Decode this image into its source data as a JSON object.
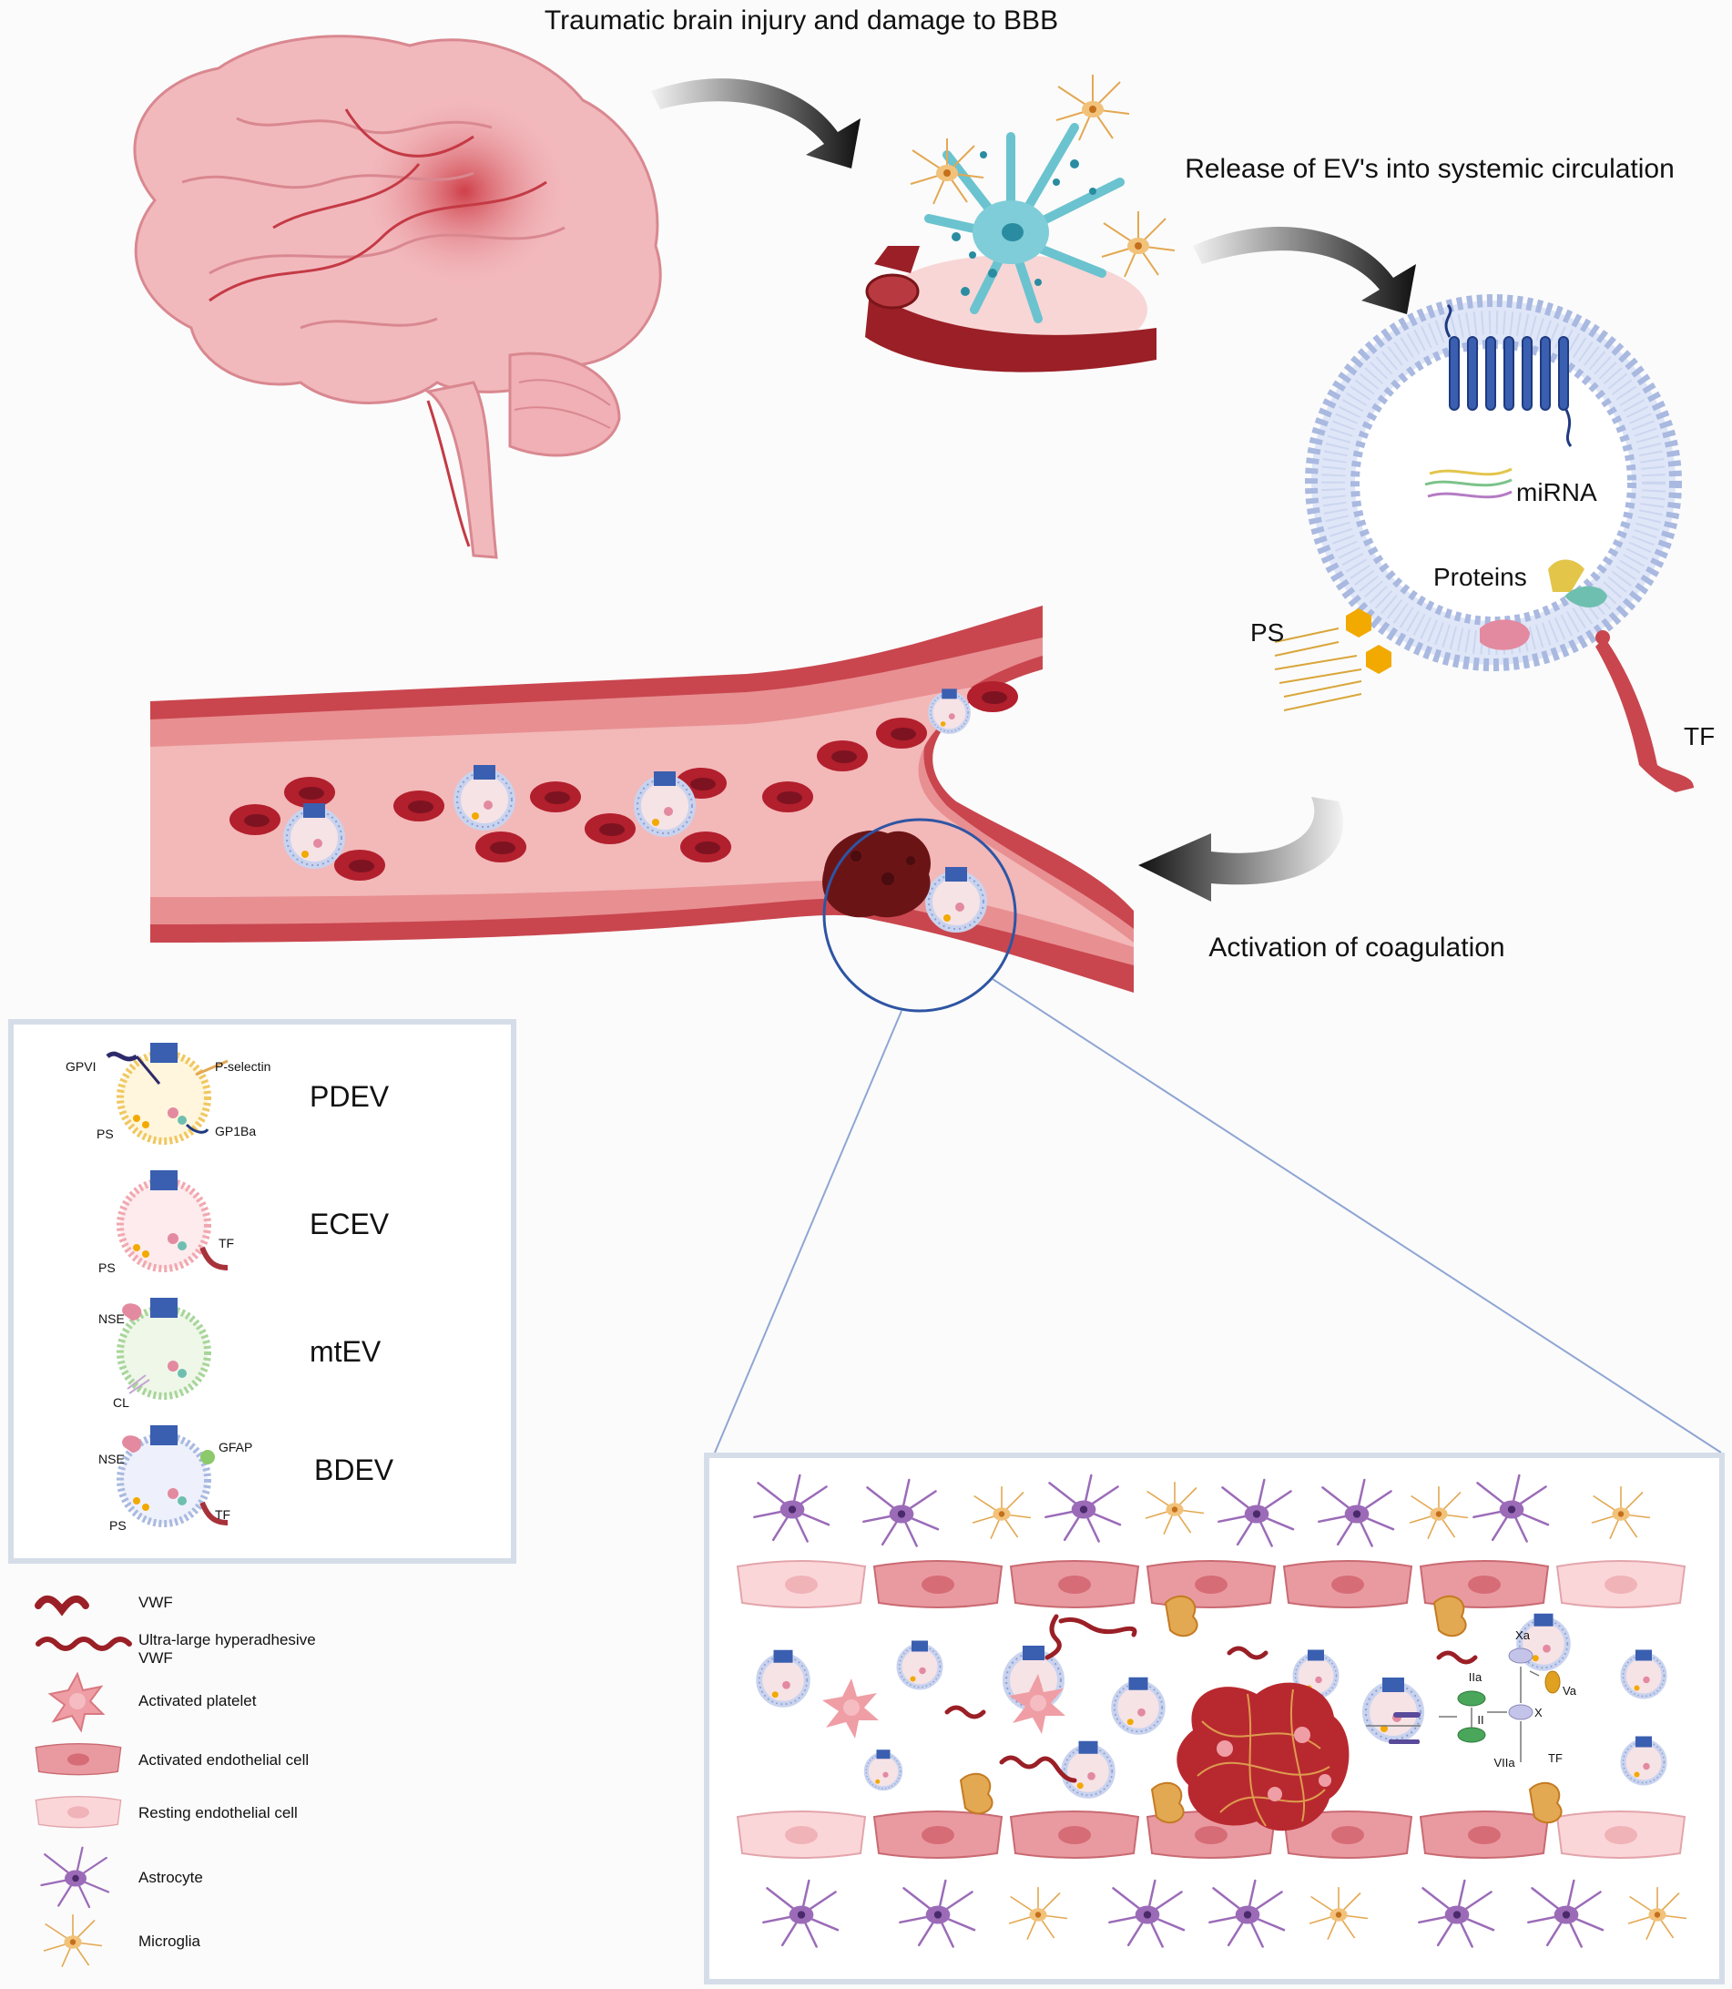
{
  "steps": {
    "step1": "Traumatic brain injury and damage to BBB",
    "step2": "Release of EV's into systemic circulation",
    "step3": "Activation of coagulation"
  },
  "ev_labels": {
    "mirna": "miRNA",
    "proteins": "Proteins",
    "ps": "PS",
    "tf": "TF"
  },
  "ev_types": {
    "pdev": {
      "name": "PDEV",
      "gpvi": "GPVI",
      "pselectin": "P-selectin",
      "ps": "PS",
      "gp1ba": "GP1Ba"
    },
    "ecev": {
      "name": "ECEV",
      "tf": "TF",
      "ps": "PS"
    },
    "mtev": {
      "name": "mtEV",
      "nse": "NSE",
      "cl": "CL"
    },
    "bdev": {
      "name": "BDEV",
      "nse": "NSE",
      "gfap": "GFAP",
      "ps": "PS",
      "tf": "TF"
    }
  },
  "legend": {
    "vwf": "VWF",
    "ul_vwf_1": "Ultra-large hyperadhesive",
    "ul_vwf_2": "VWF",
    "platelet": "Activated platelet",
    "act_endo": "Activated endothelial cell",
    "rest_endo": "Resting endothelial cell",
    "astrocyte": "Astrocyte",
    "microglia": "Microglia"
  },
  "cascade": {
    "xa": "Xa",
    "va": "Va",
    "iia": "IIa",
    "x": "X",
    "ii": "II",
    "viia": "VIIa",
    "tf": "TF"
  },
  "colors": {
    "vessel_outer": "#c9464e",
    "vessel_lumen": "#f3b8b8",
    "rbc": "#b21f2d",
    "ev_membrane": "#a9b9e0",
    "brain": "#f2b9bd",
    "astrocyte": "#9b6bb8",
    "microglia": "#e3a852",
    "clot": "#6b1416"
  }
}
